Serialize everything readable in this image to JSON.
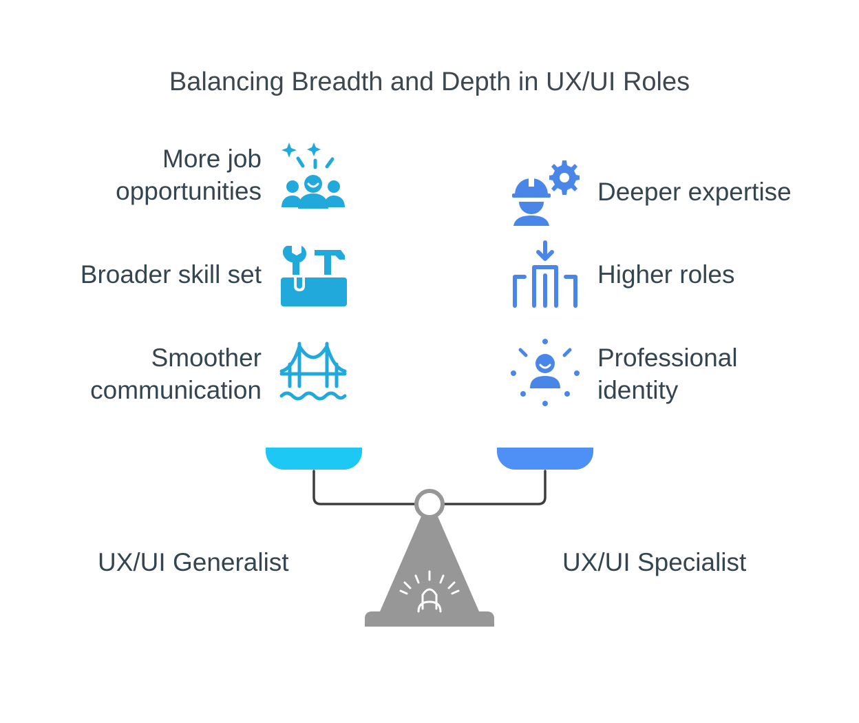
{
  "title": "Balancing Breadth and Depth in UX/UI Roles",
  "generalist": {
    "label": "UX/UI Generalist",
    "color": "#1ec8f5",
    "benefits": [
      {
        "line1": "More job",
        "line2": "opportunities",
        "icon": "crowd-celebration-icon"
      },
      {
        "line1": "Broader skill set",
        "line2": "",
        "icon": "toolbox-icon"
      },
      {
        "line1": "Smoother",
        "line2": "communication",
        "icon": "bridge-icon"
      }
    ]
  },
  "specialist": {
    "label": "UX/UI Specialist",
    "color": "#4f90f6",
    "benefits": [
      {
        "line1": "Deeper expertise",
        "line2": "",
        "icon": "engineer-gear-icon"
      },
      {
        "line1": "Higher roles",
        "line2": "",
        "icon": "podium-arrow-icon"
      },
      {
        "line1": "Professional",
        "line2": "identity",
        "icon": "person-spotlight-icon"
      }
    ]
  }
}
